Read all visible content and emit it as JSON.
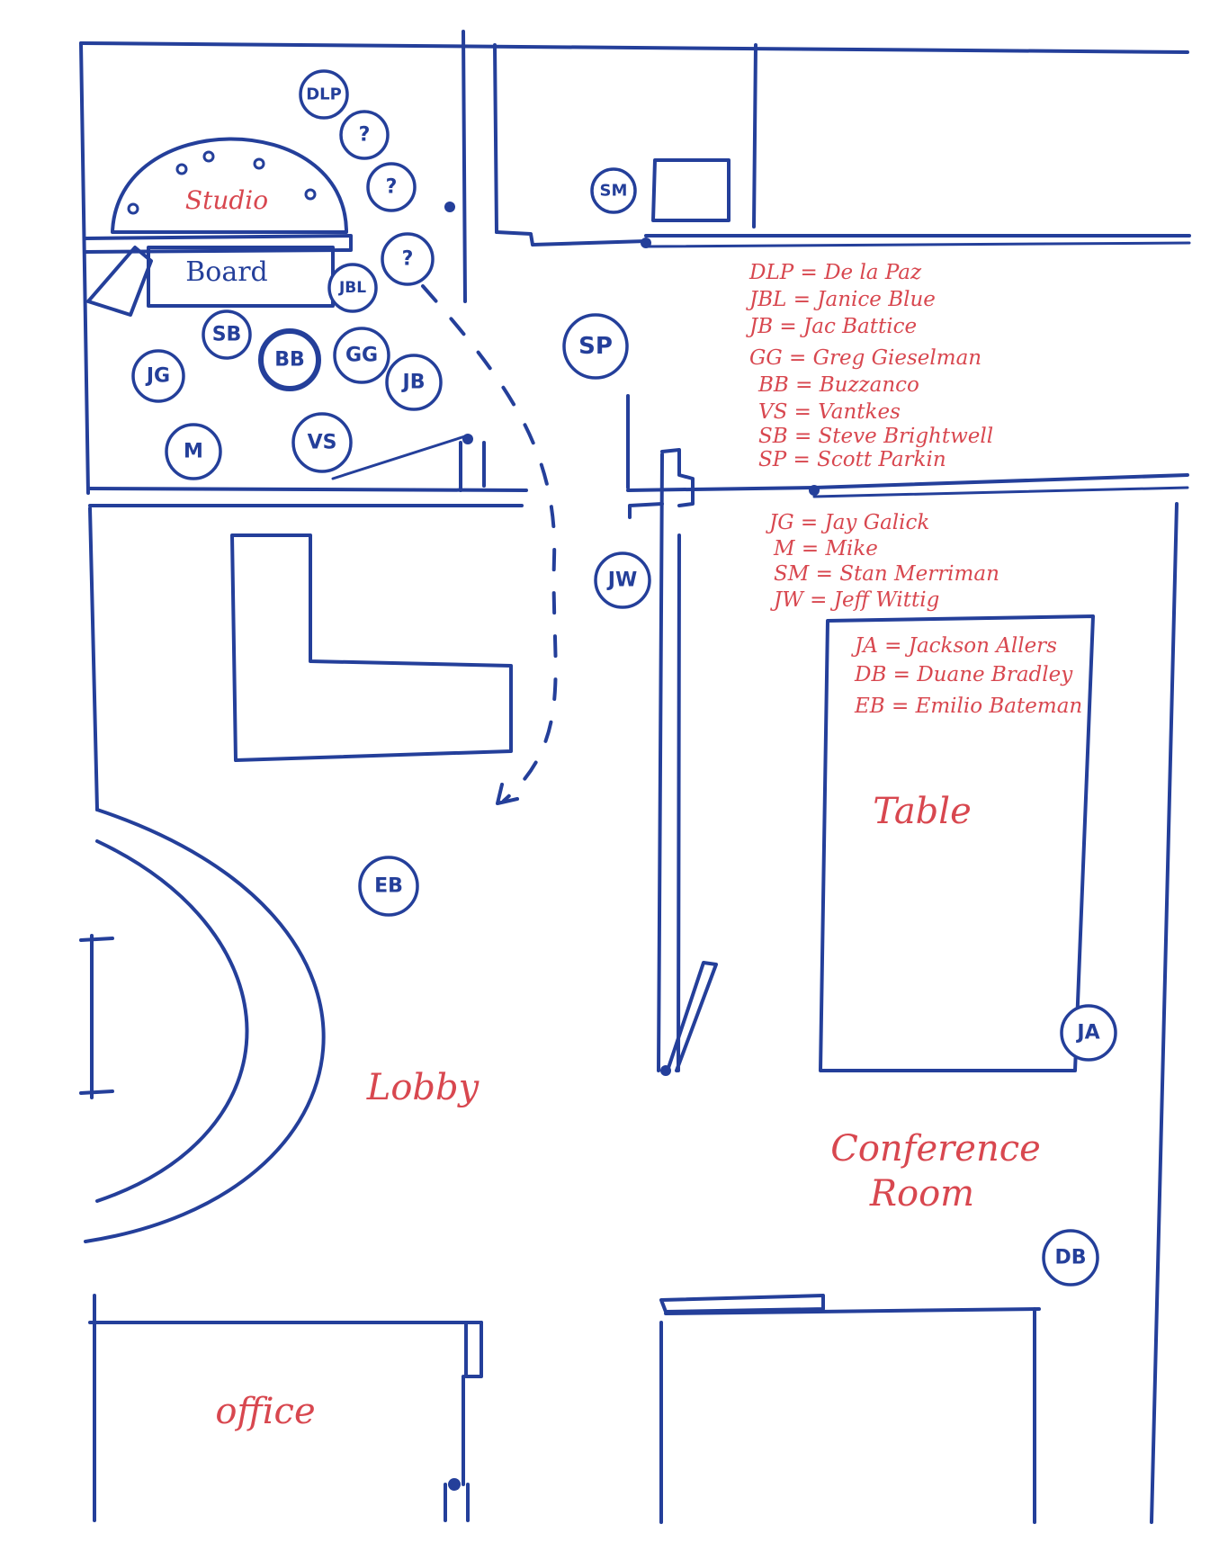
{
  "rooms": {
    "studio": "Studio",
    "board": "Board",
    "table": "Table",
    "lobby": "Lobby",
    "conference_line1": "Conference",
    "conference_line2": "Room",
    "office": "office"
  },
  "people": {
    "dlp": "DLP",
    "q1": "?",
    "q2": "?",
    "q3": "?",
    "sm": "SM",
    "jbl": "JBL",
    "sb": "SB",
    "bb": "BB",
    "gg": "GG",
    "jb": "JB",
    "jg": "JG",
    "m": "M",
    "vs": "VS",
    "sp": "SP",
    "jw": "JW",
    "eb": "EB",
    "ja": "JA",
    "db": "DB"
  },
  "legend_main": [
    "DLP = De la Paz",
    "JBL = Janice Blue",
    "JB = Jac Battice",
    "GG = Greg Gieselman",
    "BB = Buzzanco",
    "VS = Vantkes",
    "SB = Steve Brightwell",
    "SP = Scott Parkin"
  ],
  "legend_second": [
    "JG = Jay Galick",
    "M = Mike",
    "SM = Stan Merriman",
    "JW = Jeff Wittig"
  ],
  "legend_table": [
    "JA = Jackson Allers",
    "DB = Duane Bradley",
    "EB = Emilio Bateman"
  ],
  "colors": {
    "ink": "#243f9a",
    "marker": "#d8474f"
  }
}
